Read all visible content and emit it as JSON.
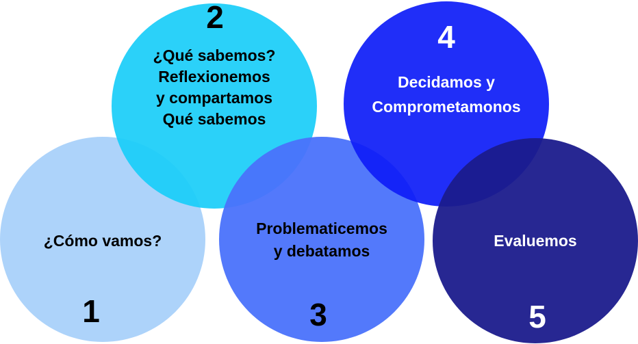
{
  "diagram": {
    "type": "overlapping-circles-cycle",
    "steps": [
      {
        "number": "1",
        "label_lines": [
          "¿Cómo vamos?"
        ],
        "color": "#a6cffa",
        "text_color": "#000000"
      },
      {
        "number": "2",
        "label_lines": [
          "¿Qué sabemos?",
          "Reflexionemos",
          "y compartamos",
          "Qué sabemos"
        ],
        "color": "#19cdf9",
        "text_color": "#000000"
      },
      {
        "number": "3",
        "label_lines": [
          "Problematicemos",
          "y debatamos"
        ],
        "color": "#4a72fb",
        "text_color": "#000000"
      },
      {
        "number": "4",
        "label_lines": [
          "Decidamos y",
          "Comprometamonos"
        ],
        "color": "#0f1ef8",
        "text_color": "#ffffff"
      },
      {
        "number": "5",
        "label_lines": [
          "Evaluemos"
        ],
        "color": "#1b1b8c",
        "text_color": "#ffffff"
      }
    ]
  }
}
